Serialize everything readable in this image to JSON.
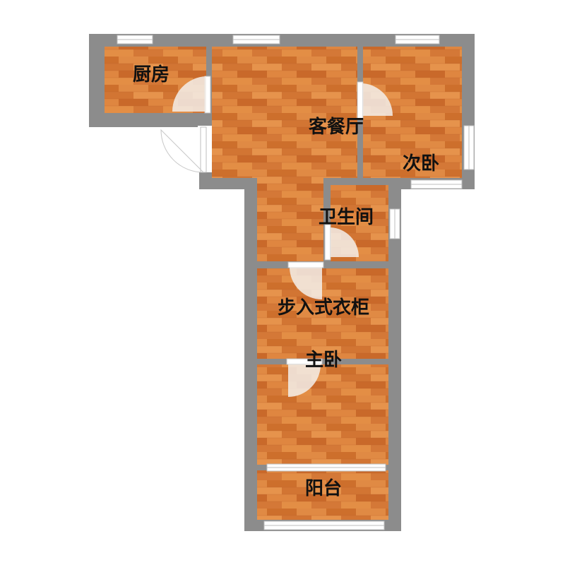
{
  "floorplan": {
    "rooms": {
      "kitchen": "厨房",
      "living_dining": "客餐厅",
      "second_bedroom": "次卧",
      "bathroom": "卫生间",
      "walk_in_closet": "步入式衣柜",
      "master_bedroom": "主卧",
      "balcony": "阳台"
    },
    "colors": {
      "wall": "#8c8c8c",
      "floor_base": "#d77a32",
      "floor_light": "#e38e45",
      "floor_dark": "#c9692a",
      "window": "#ffffff",
      "door_swing": "#f3efea"
    }
  }
}
